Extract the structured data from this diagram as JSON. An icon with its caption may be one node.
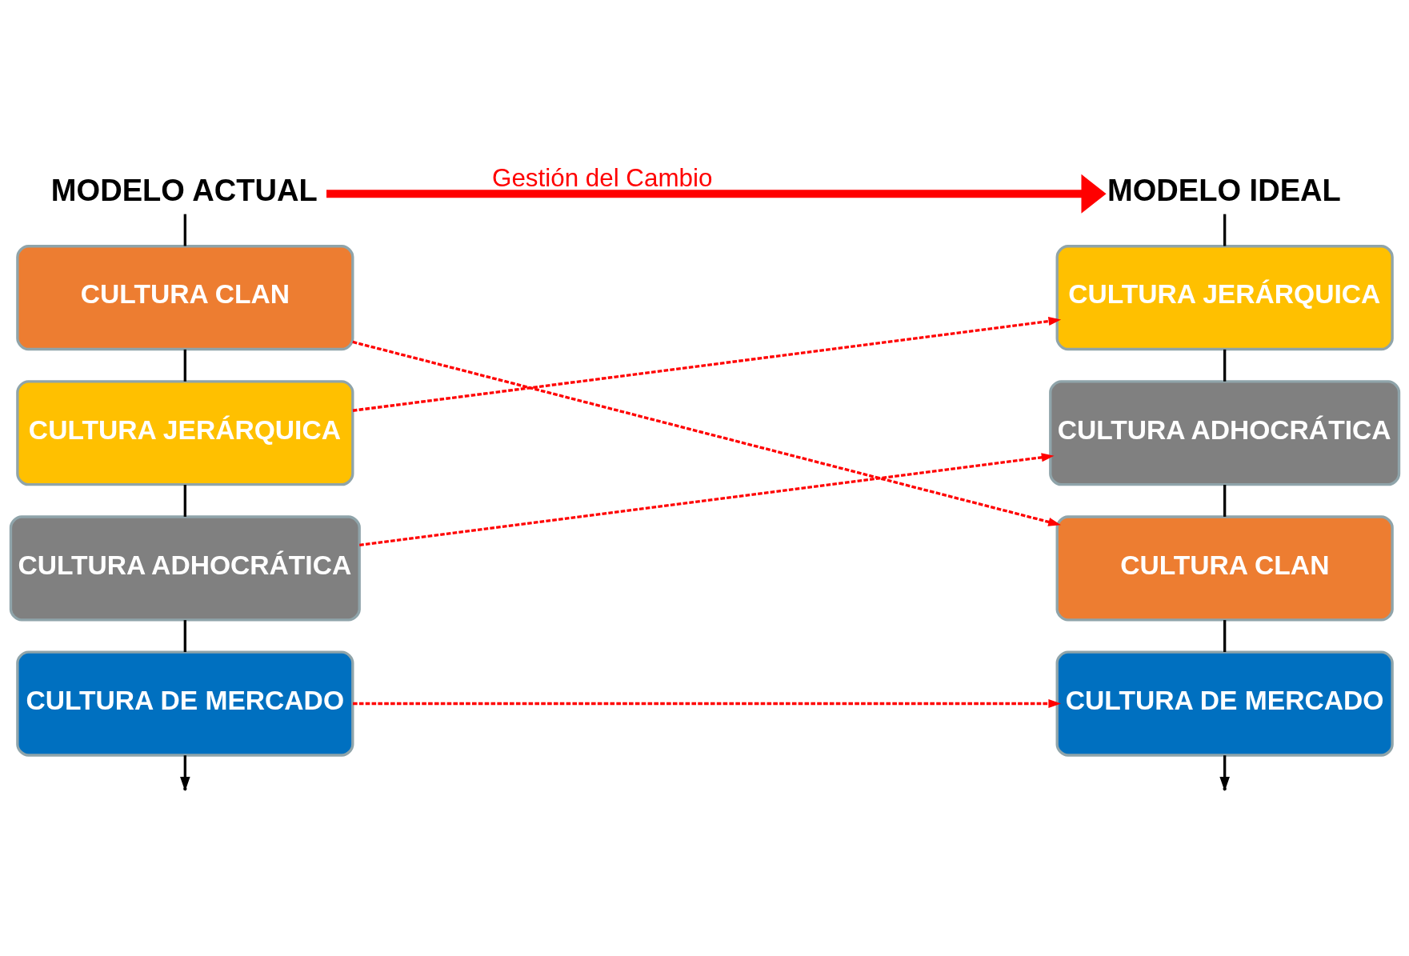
{
  "diagram": {
    "nodes": [
      {
        "text": [
          "MODELO ACTUAL"
        ]
      },
      {
        "text": [
          "CULTURA CLAN"
        ]
      },
      {
        "text": [
          "CULTURA JERÁRQUICA"
        ]
      },
      {
        "text": [
          "CULTURA ADHOCRÁTICA"
        ]
      },
      {
        "text": [
          "CULTURA DE MERCADO"
        ]
      },
      {
        "text": [
          "MODELO IDEAL"
        ]
      },
      {
        "text": [
          "CULTURA JERÁRQUICA"
        ]
      },
      {
        "text": [
          "CULTURA ADHOCRÁTICA"
        ]
      },
      {
        "text": [
          "CULTURA CLAN"
        ]
      },
      {
        "text": [
          "CULTURA DE MERCADO"
        ]
      }
    ],
    "edges": [
      {
        "from": 0,
        "to": 5,
        "arrow": "to",
        "label": "Gestión del Cambio",
        "style": "thick",
        "color": "#ff0000"
      },
      {
        "from": 0,
        "to": 1,
        "arrow": "none"
      },
      {
        "from": 1,
        "to": 2,
        "arrow": "none"
      },
      {
        "from": 2,
        "to": 3,
        "arrow": "none"
      },
      {
        "from": 3,
        "to": 4,
        "arrow": "none"
      },
      {
        "from": 4,
        "to": null,
        "arrow": "to"
      },
      {
        "from": 5,
        "to": 6,
        "arrow": "none"
      },
      {
        "from": 6,
        "to": 7,
        "arrow": "none"
      },
      {
        "from": 7,
        "to": 8,
        "arrow": "none"
      },
      {
        "from": 8,
        "to": 9,
        "arrow": "none"
      },
      {
        "from": 9,
        "to": null,
        "arrow": "to"
      },
      {
        "from": 1,
        "to": 8,
        "arrow": "to",
        "style": "dashed",
        "color": "#ff0000"
      },
      {
        "from": 2,
        "to": 6,
        "arrow": "to",
        "style": "dashed",
        "color": "#ff0000"
      },
      {
        "from": 3,
        "to": 7,
        "arrow": "to",
        "style": "dashed",
        "color": "#ff0000"
      },
      {
        "from": 4,
        "to": 9,
        "arrow": "to",
        "style": "dashed",
        "color": "#ff0000"
      }
    ]
  }
}
